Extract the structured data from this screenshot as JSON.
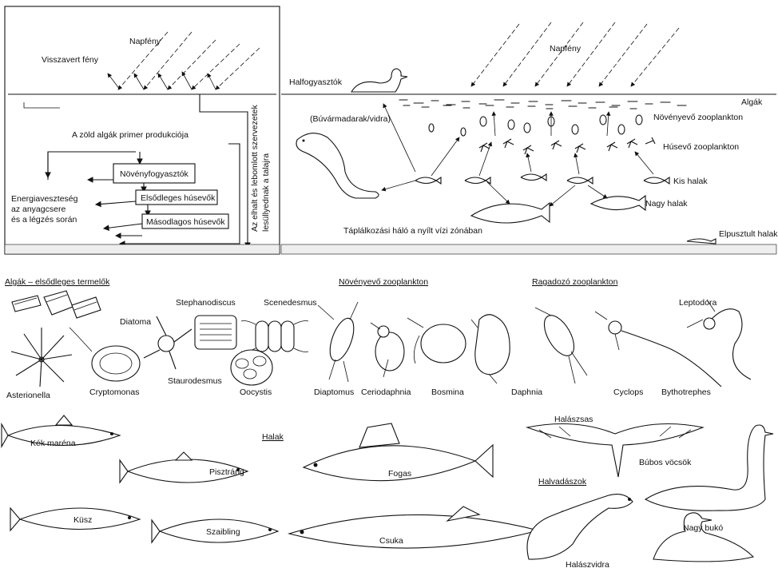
{
  "energy_flow": {
    "sunlight": "Napfény",
    "reflected_light": "Visszavert fény",
    "primary_production": "A zöld algák primer produkciója",
    "herbivores": "Növényfogyasztók",
    "primary_carnivores": "Elsődleges húsevők",
    "secondary_carnivores": "Másodlagos húsevők",
    "energy_loss_1": "Energiaveszteség",
    "energy_loss_2": "az anyagcsere",
    "energy_loss_3": "és a légzés során",
    "decay_note_1": "Az elhalt és lebomlott szervezetek",
    "decay_note_2": "lesüllyednak a talajra"
  },
  "food_web": {
    "sunlight": "Napfény",
    "fish_eaters": "Halfogyasztók",
    "divers_otter": "(Búvármadarak/vidra)",
    "algae": "Algák",
    "herbivore_zooplankton": "Növényevő zooplankton",
    "carnivore_zooplankton": "Húsevő zooplankton",
    "small_fish": "Kis halak",
    "large_fish": "Nagy halak",
    "dead_fish": "Elpusztult halak",
    "caption": "Táplálkozási háló a nyílt vízi zónában"
  },
  "algae": {
    "heading": "Algák – elsődleges termelők",
    "diatoma": "Diatoma",
    "stephanodiscus": "Stephanodiscus",
    "scenedesmus": "Scenedesmus",
    "asterionella": "Asterionella",
    "cryptomonas": "Cryptomonas",
    "staurodesmus": "Staurodesmus",
    "oocystis": "Oocystis"
  },
  "herbivore_zoo": {
    "heading": "Növényevő zooplankton",
    "diaptomus": "Diaptomus",
    "ceriodaphnia": "Ceriodaphnia",
    "bosmina": "Bosmina",
    "daphnia": "Daphnia"
  },
  "predatory_zoo": {
    "heading": "Ragadozó zooplankton",
    "leptodora": "Leptodora",
    "cyclops": "Cyclops",
    "bythotrephes": "Bythotrephes"
  },
  "fish": {
    "heading": "Halak",
    "kek_marena": "Kék maréna",
    "pisztrang": "Pisztráng",
    "kusz": "Küsz",
    "szaibling": "Szaibling",
    "fogas": "Fogas",
    "csuka": "Csuka"
  },
  "birds": {
    "halaszsas": "Halászsas",
    "bubos_vocsok": "Búbos vöcsök",
    "halvadaszok": "Halvadászok",
    "nagy_buko": "Nagy bukó",
    "halaszvidra": "Halászvidra"
  }
}
